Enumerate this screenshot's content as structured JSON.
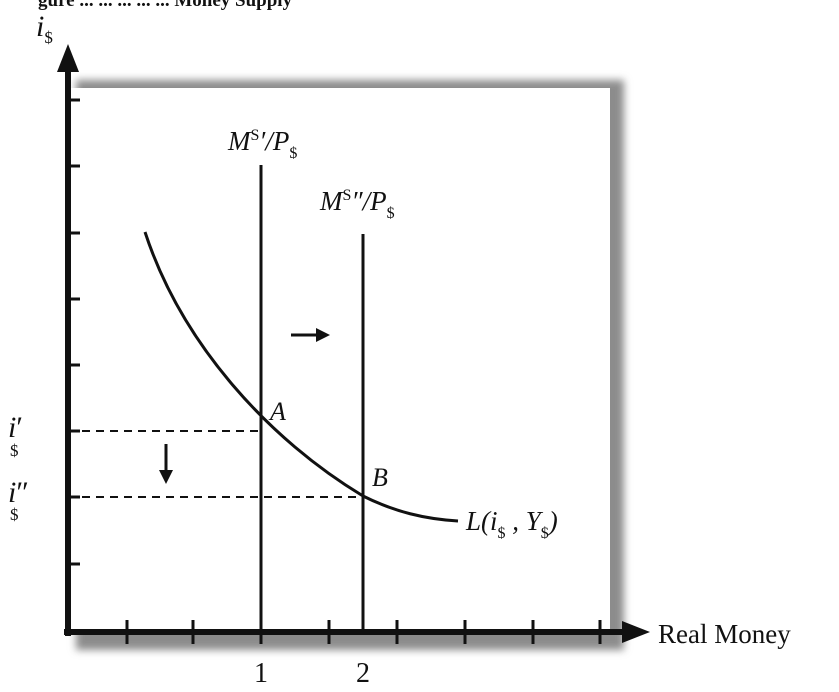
{
  "header": {
    "title_fragment": "gure ... ... ... ... ... Money Supply"
  },
  "axes": {
    "y_symbol": "i",
    "y_subscript": "$",
    "x_label": "Real Money",
    "x_ticks": [
      "1",
      "2"
    ]
  },
  "curves": {
    "supply_1": {
      "prefix": "M",
      "sup": "S",
      "prime": "′/P",
      "sub": "$"
    },
    "supply_2": {
      "prefix": "M",
      "sup": "S",
      "prime": "″/P",
      "sub": "$"
    },
    "demand": {
      "text_a": "L(i",
      "sub_a": "$",
      "text_b": " , Y",
      "sub_b": "$",
      "text_c": ")"
    }
  },
  "points": {
    "a": "A",
    "b": "B"
  },
  "rates": {
    "i1": {
      "symbol": "i",
      "mark": "′",
      "sub": "$"
    },
    "i2": {
      "symbol": "i",
      "mark": "″",
      "sub": "$"
    }
  },
  "colors": {
    "ink": "#111111",
    "shadow": "#8c8c8c",
    "panel": "#ffffff"
  }
}
